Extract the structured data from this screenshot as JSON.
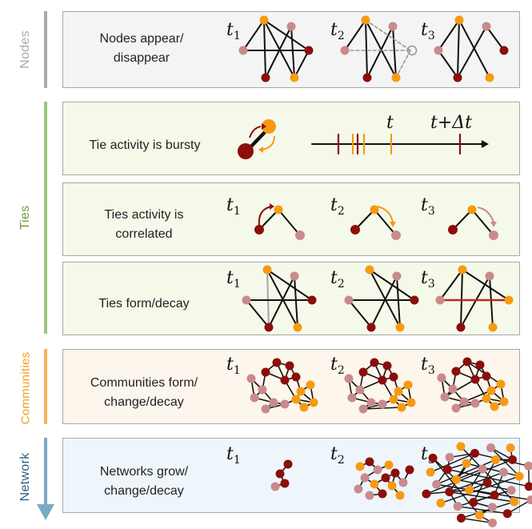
{
  "colors": {
    "dark": "#8b0e0a",
    "orange": "#f79a12",
    "pink": "#c98a8c",
    "gray": "#aaaaaa",
    "nodes_accent": "#aaaaaa",
    "ties_accent": "#9bc77a",
    "communities_accent": "#f7b254",
    "network_accent": "#2b5f86"
  },
  "categories": {
    "nodes": "Nodes",
    "ties": "Ties",
    "communities": "Communities",
    "network": "Network"
  },
  "time_labels": {
    "t": "t",
    "s1": "1",
    "s2": "2",
    "s3": "3"
  },
  "panels": {
    "nodes": {
      "line1": "Nodes appear/",
      "line2": "disappear"
    },
    "bursty": {
      "line1": "Tie activity is bursty",
      "t_label": "t",
      "t_delta_label": "t+Δt"
    },
    "correlated": {
      "line1": "Ties activity is",
      "line2": "correlated"
    },
    "form_decay": {
      "line1": "Ties form/decay"
    },
    "communities": {
      "line1": "Communities form/",
      "line2": "change/decay"
    },
    "networks": {
      "line1": "Networks grow/",
      "line2": "change/decay"
    }
  },
  "icons": [
    "arrow-down-icon",
    "timeline-arrow-icon"
  ]
}
